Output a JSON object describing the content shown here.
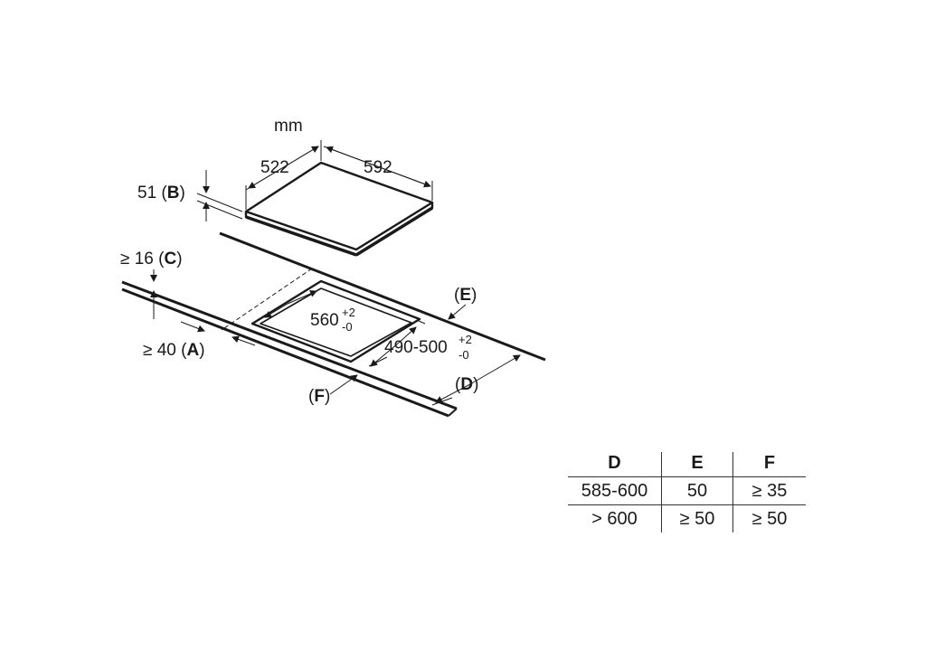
{
  "diagram": {
    "unit": "mm",
    "dim_522": "522",
    "dim_592": "592",
    "dim_51": "51",
    "dim_b": "B",
    "dim_16": "≥ 16",
    "dim_c": "C",
    "dim_40": "≥ 40",
    "dim_a": "A",
    "dim_e": "E",
    "dim_d": "D",
    "dim_f": "F",
    "cutout_width": "560",
    "cutout_width_plus": "+2",
    "cutout_width_minus": "-0",
    "cutout_depth": "490-500",
    "cutout_depth_plus": "+2",
    "cutout_depth_minus": "-0",
    "paren_open": "(",
    "paren_close": ")"
  },
  "table": {
    "headers": [
      "D",
      "E",
      "F"
    ],
    "rows": [
      [
        "585-600",
        "50",
        "≥ 35"
      ],
      [
        "> 600",
        "≥ 50",
        "≥ 50"
      ]
    ]
  }
}
